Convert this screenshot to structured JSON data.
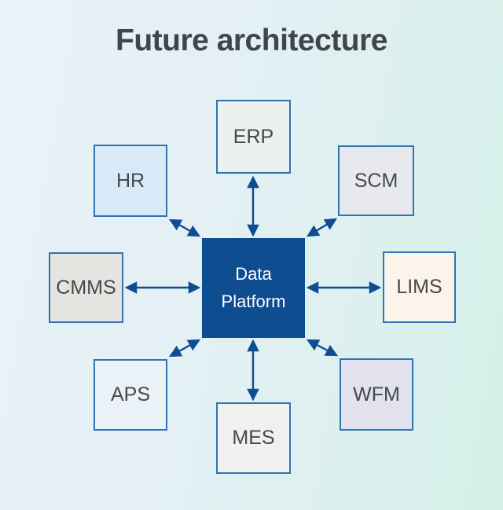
{
  "title": "Future architecture",
  "colors": {
    "background_left": "#E9F2F8",
    "background_right": "#D5F0E8",
    "title_text": "#3F454B",
    "node_border": "#2E74B5",
    "node_text": "#45494D",
    "arrow": "#0F4C91",
    "center_fill": "#0D4D90",
    "center_text": "#FFFFFF"
  },
  "center": {
    "label": "Data Platform",
    "style": "background:#0D4D90"
  },
  "nodes": [
    {
      "id": "erp",
      "label": "ERP",
      "style": "background:#EBF1EE"
    },
    {
      "id": "scm",
      "label": "SCM",
      "style": "background:#E7E9EC"
    },
    {
      "id": "lims",
      "label": "LIMS",
      "style": "background:#FCF3EA"
    },
    {
      "id": "wfm",
      "label": "WFM",
      "style": "background:#E2E2EF"
    },
    {
      "id": "mes",
      "label": "MES",
      "style": "background:#F0F1EF"
    },
    {
      "id": "aps",
      "label": "APS",
      "style": "background:#EAF2F8"
    },
    {
      "id": "cmms",
      "label": "CMMS",
      "style": "background:#E5E4E1"
    },
    {
      "id": "hr",
      "label": "HR",
      "style": "background:#D8EAF7"
    }
  ],
  "connections": [
    {
      "from": "data-platform",
      "to": "erp",
      "bidirectional": true
    },
    {
      "from": "data-platform",
      "to": "scm",
      "bidirectional": true
    },
    {
      "from": "data-platform",
      "to": "lims",
      "bidirectional": true
    },
    {
      "from": "data-platform",
      "to": "wfm",
      "bidirectional": true
    },
    {
      "from": "data-platform",
      "to": "mes",
      "bidirectional": true
    },
    {
      "from": "data-platform",
      "to": "aps",
      "bidirectional": true
    },
    {
      "from": "data-platform",
      "to": "cmms",
      "bidirectional": true
    },
    {
      "from": "data-platform",
      "to": "hr",
      "bidirectional": true
    }
  ]
}
